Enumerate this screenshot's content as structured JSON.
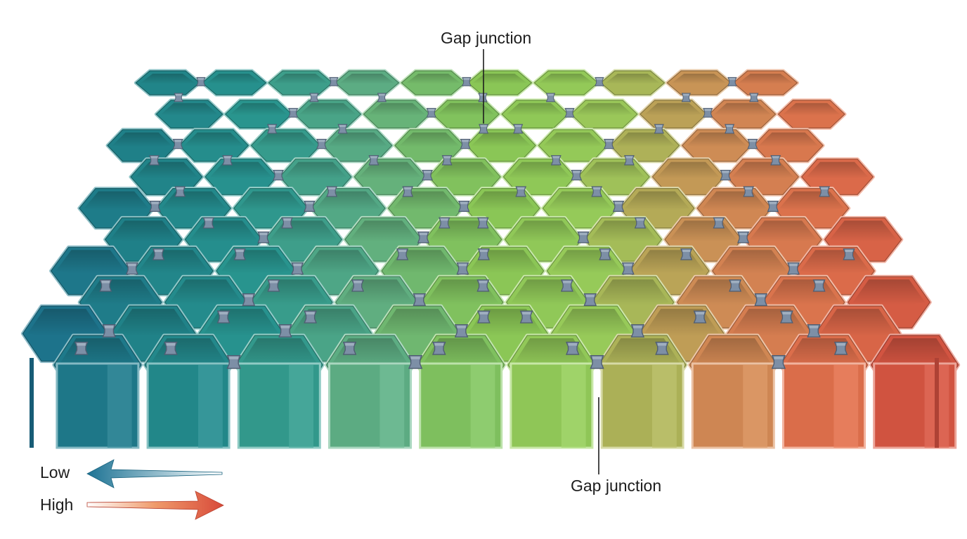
{
  "annotations": {
    "top_label": "Gap junction",
    "bottom_label": "Gap junction"
  },
  "legend": {
    "low_label": "Low",
    "high_label": "High"
  },
  "palette": [
    "#1d7394",
    "#21878f",
    "#2a9c96",
    "#62b68a",
    "#8fd05a",
    "#9fd55e",
    "#d8955a",
    "#e8744f",
    "#da5242"
  ],
  "colors": {
    "junction": "#7d8fa6",
    "low_arrow": "#1d7394",
    "high_arrow": "#d84a3a"
  }
}
